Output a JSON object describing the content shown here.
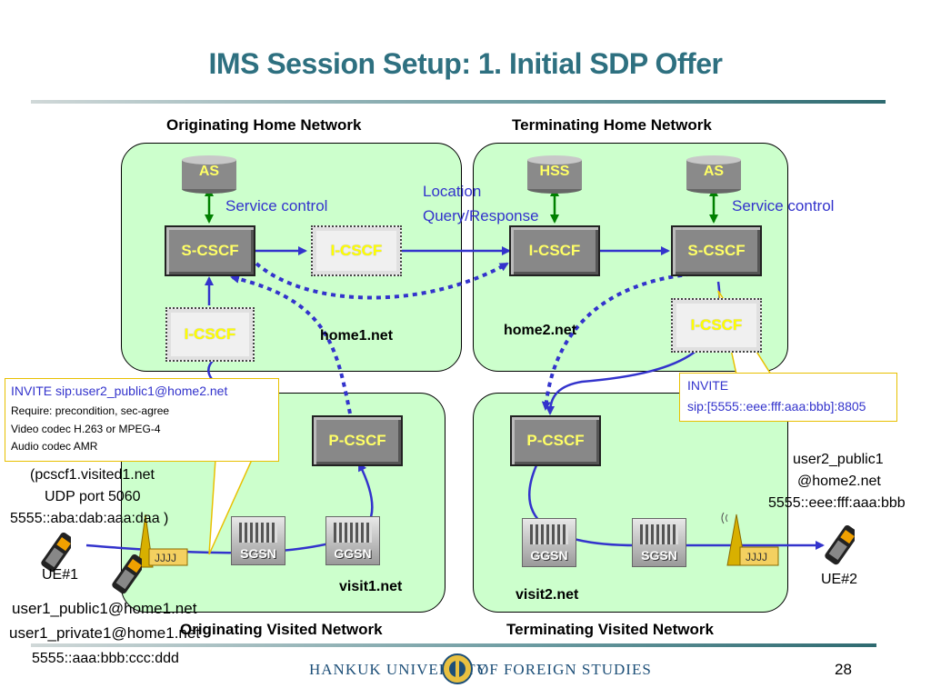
{
  "title": "IMS Session Setup: 1. Initial SDP Offer",
  "headers": {
    "orig_home": "Originating Home Network",
    "term_home": "Terminating Home Network",
    "orig_visited": "Originating Visited Network",
    "term_visited": "Terminating Visited Network"
  },
  "nodes": {
    "as1": "AS",
    "hss": "HSS",
    "as2": "AS",
    "scscf1": "S-CSCF",
    "icscf1_top": "I-CSCF",
    "icscf1_bottom": "I-CSCF",
    "icscf2": "I-CSCF",
    "scscf2": "S-CSCF",
    "icscf2_bottom": "I-CSCF",
    "pcscf1": "P-CSCF",
    "pcscf2": "P-CSCF",
    "sgsn1": "SGSN",
    "ggsn1": "GGSN",
    "ggsn2": "GGSN",
    "sgsn2": "SGSN"
  },
  "labels": {
    "service_control_1": "Service control",
    "service_control_2": "Service control",
    "location_query_1": "Location",
    "location_query_2": "Query/Response",
    "home1": "home1.net",
    "home2": "home2.net",
    "visit1": "visit1.net",
    "visit2": "visit2.net",
    "ue1": "UE#1",
    "ue2": "UE#2",
    "pcscf_addr_1": "(pcscf1.visited1.net",
    "pcscf_addr_2": "UDP port 5060",
    "pcscf_addr_3": "5555::aba:dab:aaa:daa )",
    "ue2_addr_1": "user2_public1",
    "ue2_addr_2": "@home2.net",
    "ue2_addr_3": "5555::eee:fff:aaa:bbb",
    "ue1_public": "user1_public1@home1.net",
    "ue1_private": "user1_private1@home1.net",
    "ue1_ip": "5555::aaa:bbb:ccc:ddd"
  },
  "callout_left": {
    "line1": "INVITE sip:user2_public1@home2.net",
    "line2": "Require: precondition, sec-agree",
    "line3": "Video codec H.263 or MPEG-4",
    "line4": "Audio codec AMR"
  },
  "callout_right": {
    "line1": "INVITE",
    "line2": "sip:[5555::eee:fff:aaa:bbb]:8805"
  },
  "footer": {
    "logo_left": "HANKUK UNIVERSITY",
    "logo_right": "OF FOREIGN STUDIES",
    "page": "28"
  },
  "colors": {
    "title": "#2e7080",
    "network_fill": "#ccffcc",
    "arrow": "#3333cc",
    "control_arrow": "#008000",
    "callout_border": "#e8c000"
  }
}
